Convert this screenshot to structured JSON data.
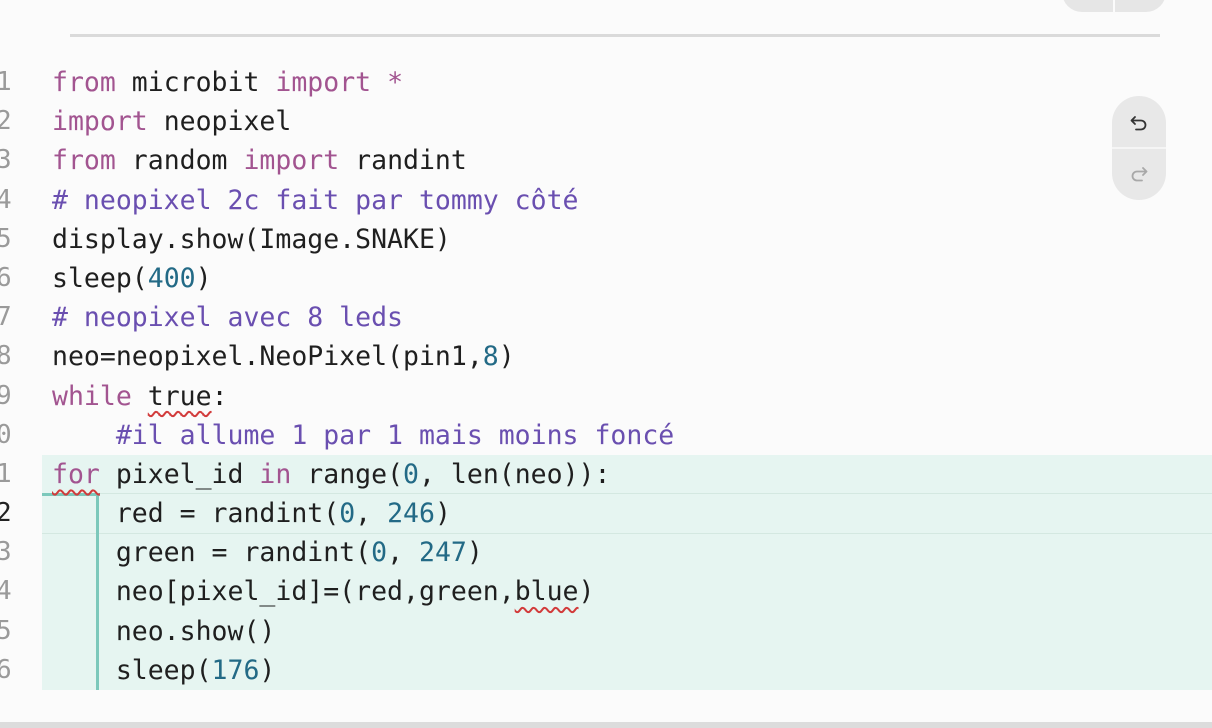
{
  "colors": {
    "keyword": "#a25490",
    "comment": "#6a4fb0",
    "number": "#236a86",
    "text": "#1f1f1f",
    "highlight": "#e6f5f1",
    "indent_guide": "#7cc8bb",
    "error_underline": "#d23b3b"
  },
  "editor": {
    "active_line": 12,
    "lines": [
      {
        "num": "1",
        "tokens": [
          {
            "t": "from",
            "c": "kw"
          },
          {
            "t": " microbit "
          },
          {
            "t": "import",
            "c": "kw"
          },
          {
            "t": " "
          },
          {
            "t": "*",
            "c": "kw"
          }
        ]
      },
      {
        "num": "2",
        "tokens": [
          {
            "t": "import",
            "c": "kw"
          },
          {
            "t": " neopixel"
          }
        ]
      },
      {
        "num": "3",
        "tokens": [
          {
            "t": "from",
            "c": "kw"
          },
          {
            "t": " random "
          },
          {
            "t": "import",
            "c": "kw"
          },
          {
            "t": " randint"
          }
        ]
      },
      {
        "num": "4",
        "tokens": [
          {
            "t": "# neopixel 2c fait par tommy côté",
            "c": "cm"
          }
        ]
      },
      {
        "num": "5",
        "tokens": [
          {
            "t": "display.show(Image.SNAKE)"
          }
        ]
      },
      {
        "num": "6",
        "tokens": [
          {
            "t": "sleep("
          },
          {
            "t": "400",
            "c": "num"
          },
          {
            "t": ")"
          }
        ]
      },
      {
        "num": "7",
        "tokens": [
          {
            "t": "# neopixel avec 8 leds",
            "c": "cm"
          }
        ]
      },
      {
        "num": "8",
        "tokens": [
          {
            "t": "neo=neopixel.NeoPixel(pin1,"
          },
          {
            "t": "8",
            "c": "num"
          },
          {
            "t": ")"
          }
        ]
      },
      {
        "num": "9",
        "tokens": [
          {
            "t": "while",
            "c": "kw"
          },
          {
            "t": " "
          },
          {
            "t": "true",
            "sq": true
          },
          {
            "t": ":"
          }
        ]
      },
      {
        "num": "0",
        "tokens": [
          {
            "t": "    "
          },
          {
            "t": "#il allume 1 par 1 mais moins foncé",
            "c": "cm"
          }
        ]
      },
      {
        "num": "1",
        "tokens": [
          {
            "t": "for",
            "c": "kw",
            "sq": true
          },
          {
            "t": " pixel_id "
          },
          {
            "t": "in",
            "c": "kw"
          },
          {
            "t": " range("
          },
          {
            "t": "0",
            "c": "num"
          },
          {
            "t": ", len(neo)):"
          }
        ]
      },
      {
        "num": "2",
        "tokens": [
          {
            "t": "    red = randint("
          },
          {
            "t": "0",
            "c": "num"
          },
          {
            "t": ", "
          },
          {
            "t": "246",
            "c": "num"
          },
          {
            "t": ")"
          }
        ]
      },
      {
        "num": "3",
        "tokens": [
          {
            "t": "    green = randint("
          },
          {
            "t": "0",
            "c": "num"
          },
          {
            "t": ", "
          },
          {
            "t": "247",
            "c": "num"
          },
          {
            "t": ")"
          }
        ]
      },
      {
        "num": "4",
        "tokens": [
          {
            "t": "    neo[pixel_id]=(red,green,"
          },
          {
            "t": "blue",
            "sq": true
          },
          {
            "t": ")"
          }
        ]
      },
      {
        "num": "5",
        "tokens": [
          {
            "t": "    neo.show()"
          }
        ]
      },
      {
        "num": "6",
        "tokens": [
          {
            "t": "    sleep("
          },
          {
            "t": "176",
            "c": "num"
          },
          {
            "t": ")"
          }
        ]
      }
    ]
  },
  "toolbar": {
    "undo_icon": "undo-icon",
    "redo_icon": "redo-icon"
  }
}
